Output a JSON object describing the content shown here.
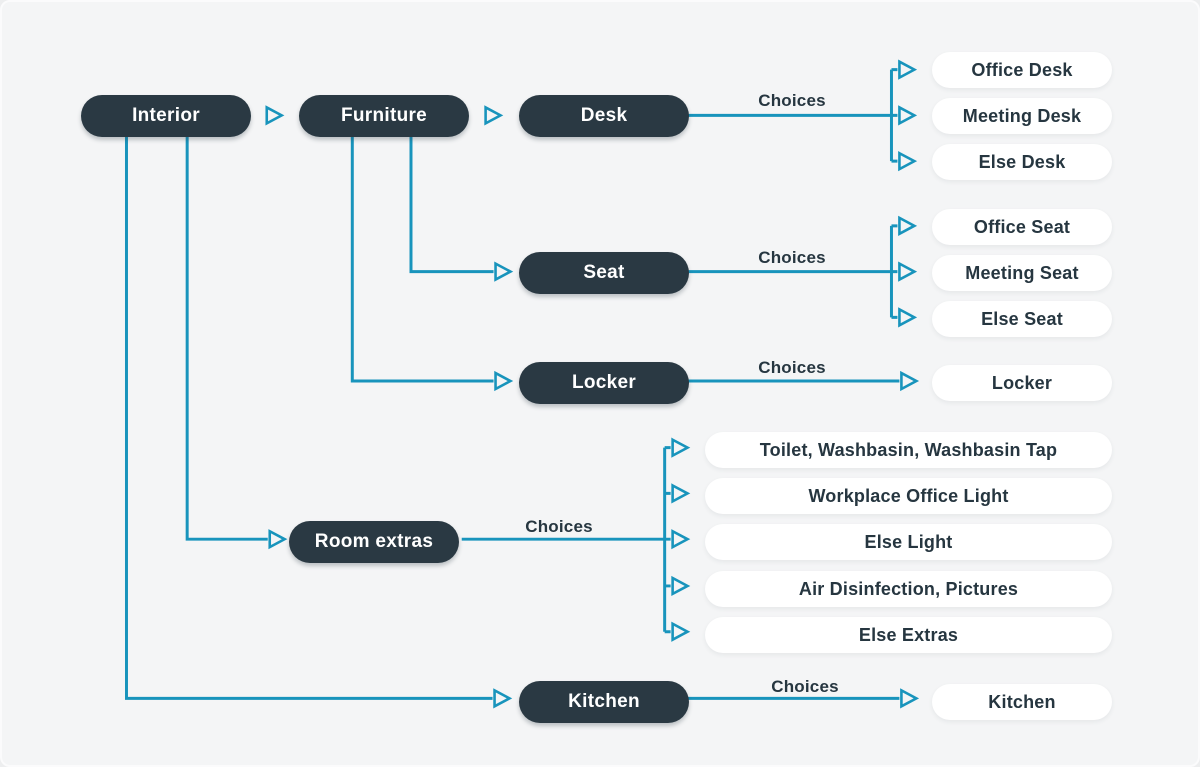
{
  "colors": {
    "accent": "#1894BC",
    "node_fill": "#2A3943",
    "chip_fill": "#FFFFFF",
    "text_dark": "#263640",
    "background": "#F4F5F6"
  },
  "nodes": {
    "interior": "Interior",
    "furniture": "Furniture",
    "desk": "Desk",
    "seat": "Seat",
    "locker": "Locker",
    "room_extras": "Room extras",
    "kitchen": "Kitchen"
  },
  "connector_label": "Choices",
  "choices": {
    "desk": [
      "Office Desk",
      "Meeting Desk",
      "Else Desk"
    ],
    "seat": [
      "Office Seat",
      "Meeting Seat",
      "Else Seat"
    ],
    "locker": [
      "Locker"
    ],
    "room_extras": [
      "Toilet, Washbasin, Washbasin Tap",
      "Workplace Office Light",
      "Else Light",
      "Air Disinfection, Pictures",
      "Else Extras"
    ],
    "kitchen": [
      "Kitchen"
    ]
  }
}
